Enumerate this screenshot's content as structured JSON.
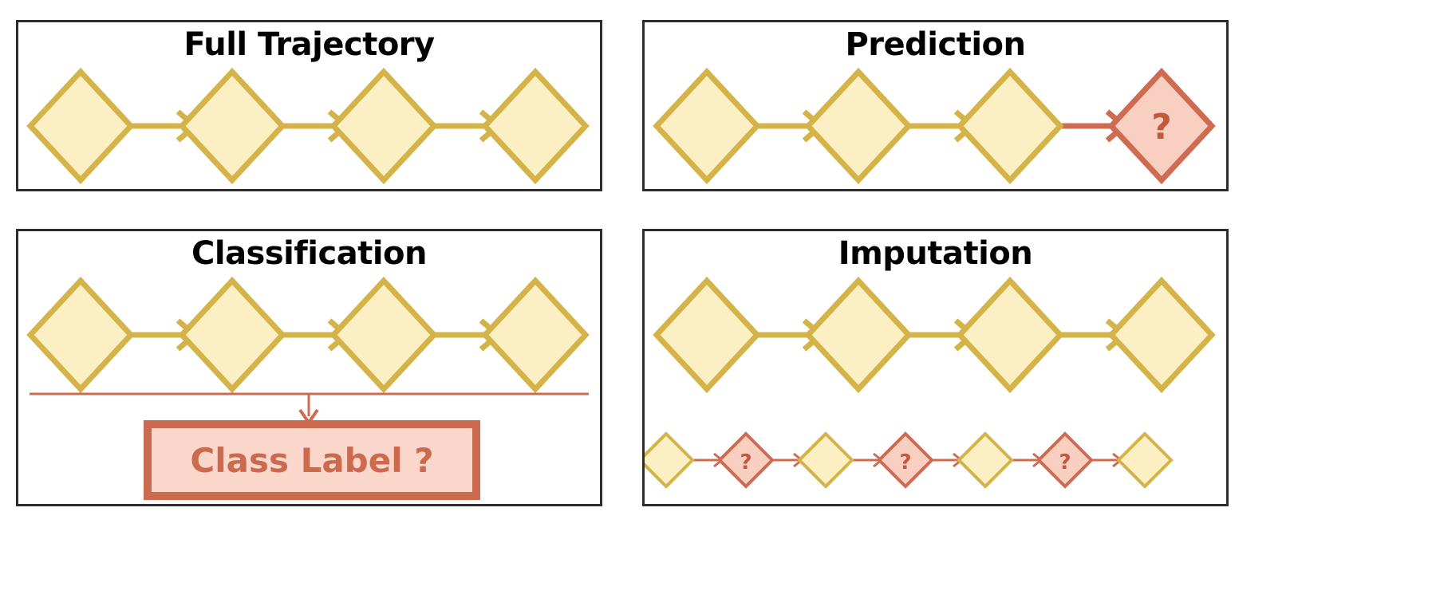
{
  "figure": {
    "background": "#ffffff",
    "panel_border_color": "#2d2d2d",
    "title_color": "#000000"
  },
  "colors": {
    "diamond_fill": "#FCEFC3",
    "diamond_stroke": "#D4B349",
    "unknown_fill": "#F9CFC2",
    "unknown_stroke": "#CE6B50",
    "arrow_yellow": "#D4B349",
    "arrow_red": "#CE6B50",
    "class_box_fill": "#FBD6CA",
    "class_box_border": "#CC6A4F",
    "class_box_text": "#CC6A4F"
  },
  "panels": [
    {
      "id": "full-trajectory",
      "title": "Full Trajectory",
      "nodes": [
        {
          "type": "known",
          "label": ""
        },
        {
          "type": "known",
          "label": ""
        },
        {
          "type": "known",
          "label": ""
        },
        {
          "type": "known",
          "label": ""
        }
      ],
      "arrows": [
        "yellow",
        "yellow",
        "yellow"
      ]
    },
    {
      "id": "prediction",
      "title": "Prediction",
      "nodes": [
        {
          "type": "known",
          "label": ""
        },
        {
          "type": "known",
          "label": ""
        },
        {
          "type": "known",
          "label": ""
        },
        {
          "type": "unknown",
          "label": "?"
        }
      ],
      "arrows": [
        "yellow",
        "yellow",
        "red"
      ]
    },
    {
      "id": "classification",
      "title": "Classification",
      "nodes": [
        {
          "type": "known",
          "label": ""
        },
        {
          "type": "known",
          "label": ""
        },
        {
          "type": "known",
          "label": ""
        },
        {
          "type": "known",
          "label": ""
        }
      ],
      "arrows": [
        "yellow",
        "yellow",
        "yellow"
      ],
      "class_box_label": "Class Label ?"
    },
    {
      "id": "imputation",
      "title": "Imputation",
      "nodes": [
        {
          "type": "known",
          "label": ""
        },
        {
          "type": "known",
          "label": ""
        },
        {
          "type": "known",
          "label": ""
        },
        {
          "type": "known",
          "label": ""
        }
      ],
      "arrows": [
        "yellow",
        "yellow",
        "yellow"
      ],
      "sequence": [
        {
          "type": "known",
          "label": ""
        },
        {
          "type": "unknown",
          "label": "?"
        },
        {
          "type": "known",
          "label": ""
        },
        {
          "type": "unknown",
          "label": "?"
        },
        {
          "type": "known",
          "label": ""
        },
        {
          "type": "unknown",
          "label": "?"
        },
        {
          "type": "known",
          "label": ""
        }
      ],
      "sequence_arrows": [
        "red",
        "red",
        "red",
        "red",
        "red",
        "red"
      ]
    }
  ]
}
